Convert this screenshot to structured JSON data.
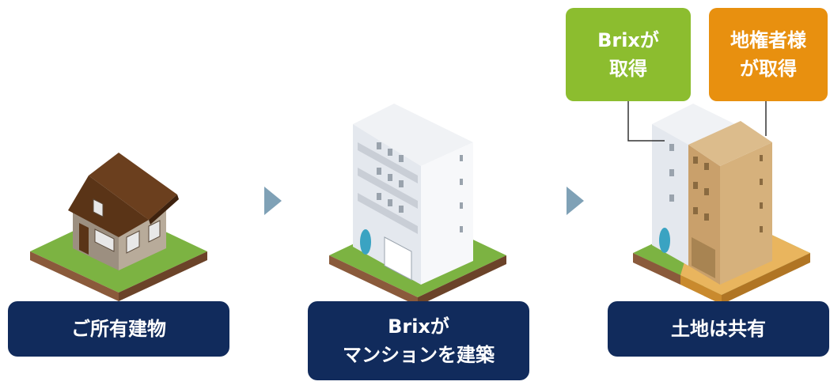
{
  "steps": [
    {
      "label": "ご所有建物"
    },
    {
      "label_line1": "Brixが",
      "label_line2": "マンションを建築"
    },
    {
      "label": "土地は共有"
    }
  ],
  "callouts": {
    "brix": {
      "line1": "Brixが",
      "line2": "取得",
      "color": "#8cbd2f"
    },
    "owner": {
      "line1": "地権者様",
      "line2": "が取得",
      "color": "#e8900f"
    }
  },
  "colors": {
    "label_bg": "#112b5c",
    "arrow": "#7fa1b6",
    "grass": "#7cb342",
    "soil": "#8a5a3b",
    "owner_land": "#e9b55e"
  },
  "icons": [
    "house-icon",
    "apartment-building-icon",
    "shared-building-icon",
    "chevron-right-icon"
  ]
}
